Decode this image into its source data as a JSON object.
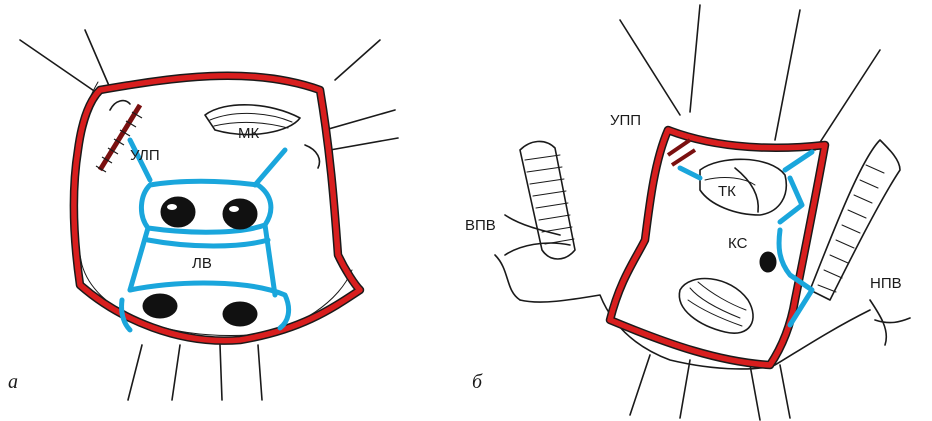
{
  "figure": {
    "panel_a": {
      "letter": "а",
      "labels": {
        "mk": "МК",
        "ulp": "УЛП",
        "lv": "ЛВ"
      }
    },
    "panel_b": {
      "letter": "б",
      "labels": {
        "upp": "УПП",
        "tk": "ТК",
        "vpv": "ВПВ",
        "ks": "КС",
        "npv": "НПВ"
      }
    },
    "colors": {
      "incision": "#d81e1e",
      "suture_line": "#1aa6dc",
      "ink": "#1a1a1a"
    }
  }
}
